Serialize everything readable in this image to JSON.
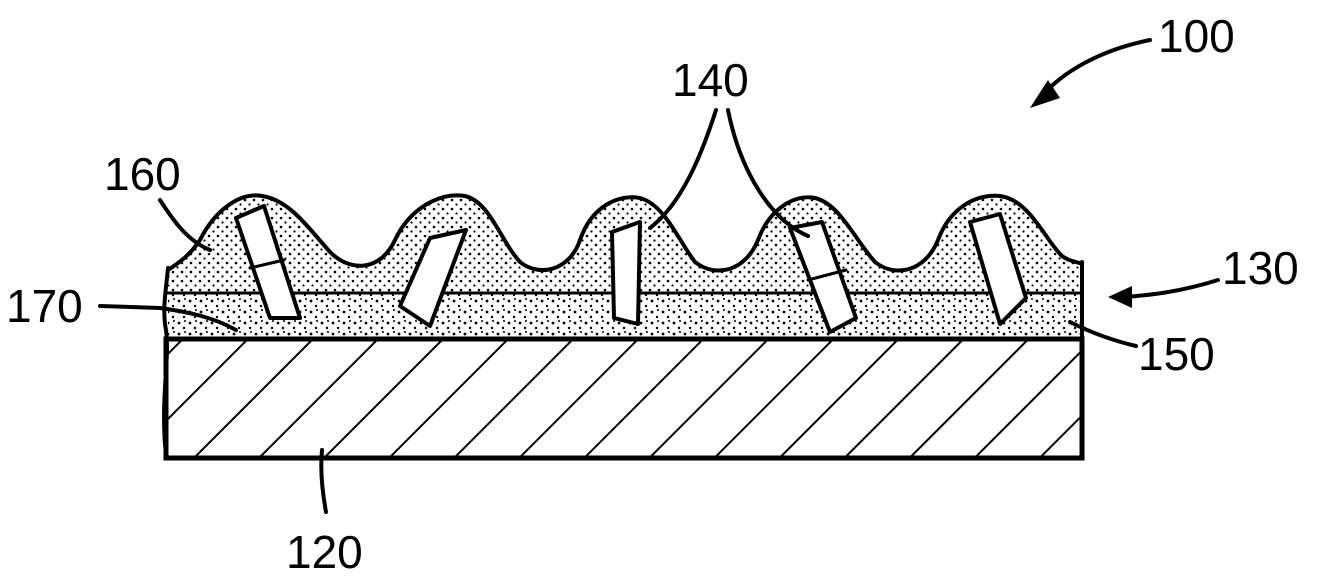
{
  "figure": {
    "labels": {
      "assembly": "100",
      "substrate": "120",
      "coating": "130",
      "particles": "140",
      "lower_layer": "150",
      "upper_layer": "160",
      "interface": "170"
    },
    "colors": {
      "ink": "#000000",
      "background": "#ffffff",
      "stipple": "#000000"
    }
  }
}
